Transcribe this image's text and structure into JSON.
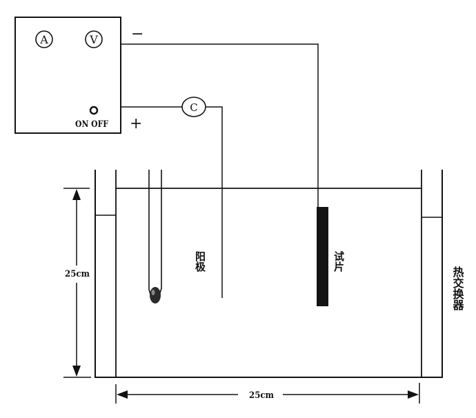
{
  "power_supply": {
    "ammeter_label": "A",
    "voltmeter_label": "V",
    "switch_label": "ON OFF",
    "negative_label": "−",
    "positive_label": "+"
  },
  "circuit": {
    "resistor_label": "C"
  },
  "tank": {
    "anode_label": "阳极",
    "specimen_label": "试片",
    "heat_exchanger_label": "热交换器",
    "height_dimension": "25cm",
    "width_dimension": "25cm"
  },
  "colors": {
    "line": "#111111",
    "background": "#ffffff"
  }
}
